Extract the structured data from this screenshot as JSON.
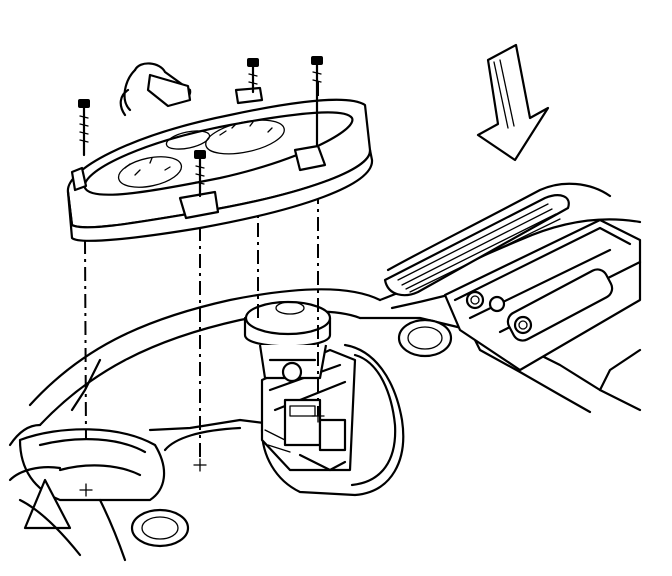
{
  "figure": {
    "type": "exploded-assembly-illustration",
    "text": "",
    "parts": [
      "instrument-cluster",
      "cluster-mounting-screw",
      "wiring-connector",
      "instrument-panel-carrier",
      "steering-column-area",
      "center-air-outlet",
      "heater-control-module",
      "install-direction-arrow"
    ],
    "screw_count": 4,
    "color_line": "#000000",
    "color_background": "#ffffff"
  }
}
